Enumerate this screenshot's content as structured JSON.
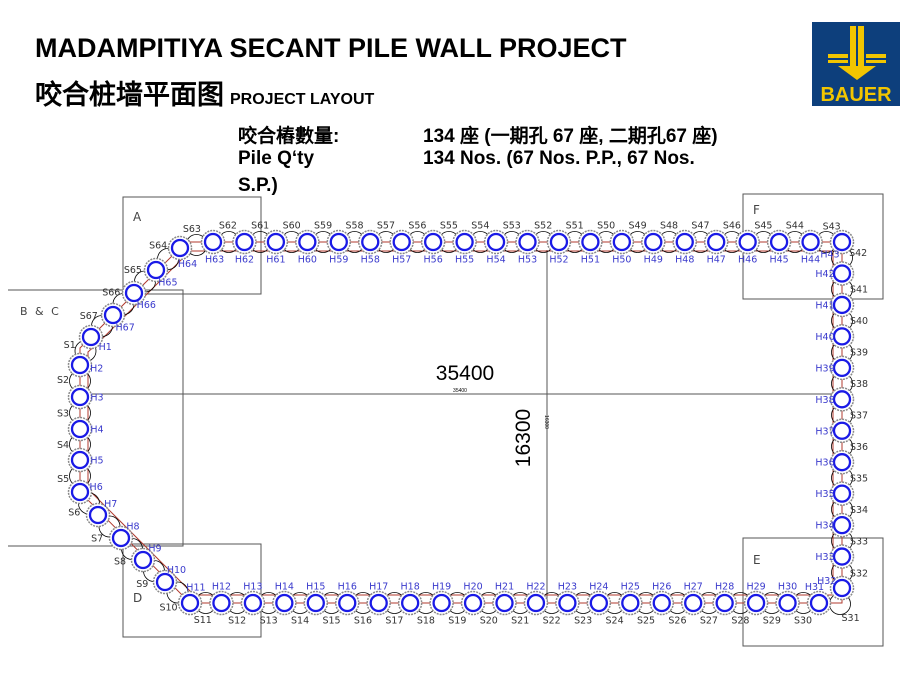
{
  "header": {
    "title": "MADAMPITIYA SECANT PILE WALL PROJECT",
    "subtitle_cn": "咬合桩墙平面图",
    "subtitle_en": "PROJECT LAYOUT"
  },
  "info": {
    "qty_label_cn": "咬合樁數量:",
    "qty_value_cn": "134 座 (一期孔 67 座, 二期孔67 座)",
    "qty_label_en": "Pile Q‘ty",
    "qty_value_en": "134 Nos. (67 Nos. P.P., 67 Nos.",
    "qty_value_en_cont": "S.P.)"
  },
  "logo": {
    "text": "BAUER",
    "bg_color": "#0d3f7c",
    "fg_color": "#f2c500"
  },
  "plan": {
    "zones": [
      "A",
      "B & C",
      "D",
      "E",
      "F"
    ],
    "dimensions": {
      "length": "35400",
      "width": "16300"
    },
    "colors": {
      "primary_pile": "#1a1ae6",
      "secondary_pile": "#000000",
      "guide_line": "#b03a2e",
      "label_primary": "#3a3acc",
      "label_secondary": "#333333"
    },
    "primary_piles": [
      "H1",
      "H2",
      "H3",
      "H4",
      "H5",
      "H6",
      "H7",
      "H8",
      "H9",
      "H10",
      "H11",
      "H12",
      "H13",
      "H14",
      "H15",
      "H16",
      "H17",
      "H18",
      "H19",
      "H20",
      "H21",
      "H22",
      "H23",
      "H24",
      "H25",
      "H26",
      "H27",
      "H28",
      "H29",
      "H30",
      "H31",
      "H32",
      "H33",
      "H34",
      "H35",
      "H36",
      "H37",
      "H38",
      "H39",
      "H40",
      "H41",
      "H42",
      "H43",
      "H44",
      "H45",
      "H46",
      "H47",
      "H48",
      "H49",
      "H50",
      "H51",
      "H52",
      "H53",
      "H54",
      "H55",
      "H56",
      "H57",
      "H58",
      "H59",
      "H60",
      "H61",
      "H62",
      "H63",
      "H64",
      "H65",
      "H66",
      "H67"
    ],
    "secondary_piles": [
      "S1",
      "S2",
      "S3",
      "S4",
      "S5",
      "S6",
      "S7",
      "S8",
      "S9",
      "S10",
      "S11",
      "S12",
      "S13",
      "S14",
      "S15",
      "S16",
      "S17",
      "S18",
      "S19",
      "S20",
      "S21",
      "S22",
      "S23",
      "S24",
      "S25",
      "S26",
      "S27",
      "S28",
      "S29",
      "S30",
      "S31",
      "S32",
      "S33",
      "S34",
      "S35",
      "S36",
      "S37",
      "S38",
      "S39",
      "S40",
      "S41",
      "S42",
      "S43",
      "S44",
      "S45",
      "S46",
      "S47",
      "S48",
      "S49",
      "S50",
      "S51",
      "S52",
      "S53",
      "S54",
      "S55",
      "S56",
      "S57",
      "S58",
      "S59",
      "S60",
      "S61",
      "S62",
      "S63",
      "S64",
      "S65",
      "S66",
      "S67"
    ]
  }
}
